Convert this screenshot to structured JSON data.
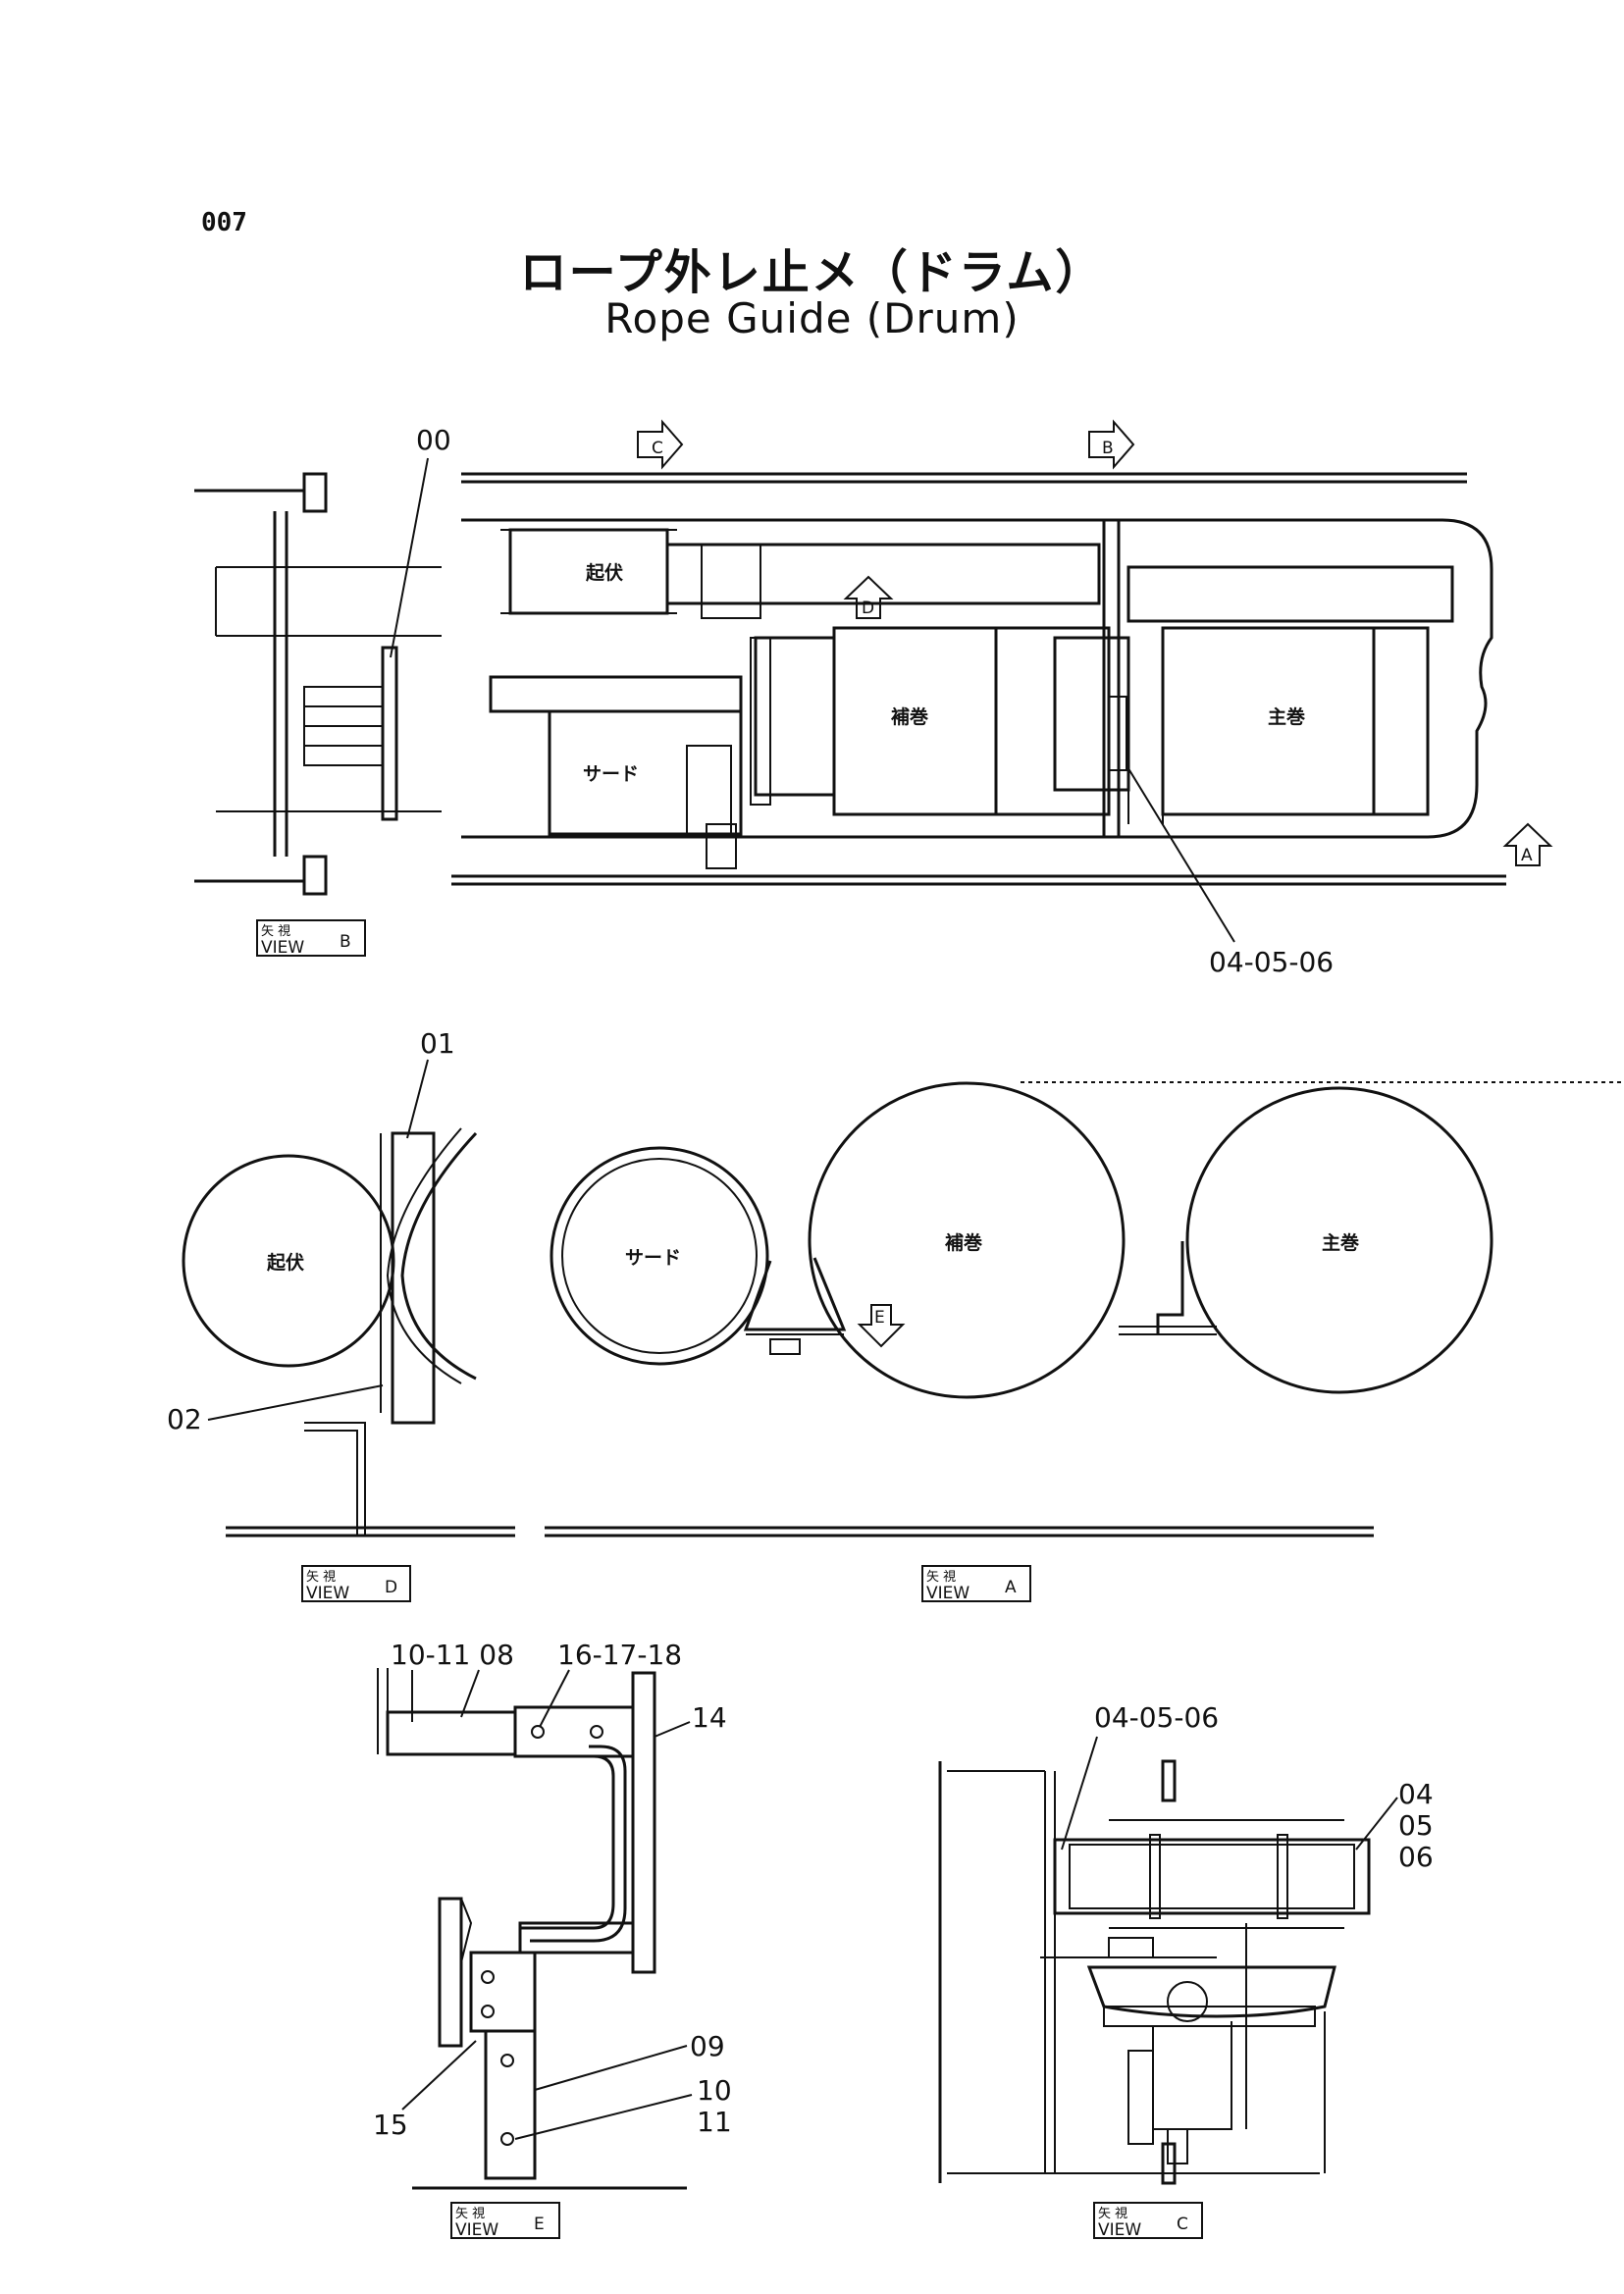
{
  "page_number": "007",
  "title_jp": "ロープ外レ止メ（ドラム）",
  "title_en": "Rope Guide (Drum)",
  "arrows": {
    "c": "C",
    "b": "B",
    "d": "D",
    "a": "A",
    "e": "E"
  },
  "drums": {
    "kifuku": "起伏",
    "sado": "サード",
    "hokan": "補巻",
    "shukan": "主巻"
  },
  "part_labels": {
    "p00": "00",
    "p04_05_06_top": "04-05-06",
    "p01": "01",
    "p02": "02",
    "p10_11_08": "10-11 08",
    "p16_17_18": "16-17-18",
    "p14": "14",
    "p09": "09",
    "p10": "10",
    "p11": "11",
    "p15": "15",
    "p04_05_06_c": "04-05-06",
    "p04": "04",
    "p05": "05",
    "p06": "06"
  },
  "views": {
    "b": {
      "jp": "矢 視",
      "en": "VIEW",
      "letter": "B"
    },
    "d": {
      "jp": "矢 視",
      "en": "VIEW",
      "letter": "D"
    },
    "a": {
      "jp": "矢 視",
      "en": "VIEW",
      "letter": "A"
    },
    "e": {
      "jp": "矢 視",
      "en": "VIEW",
      "letter": "E"
    },
    "c": {
      "jp": "矢 視",
      "en": "VIEW",
      "letter": "C"
    }
  }
}
